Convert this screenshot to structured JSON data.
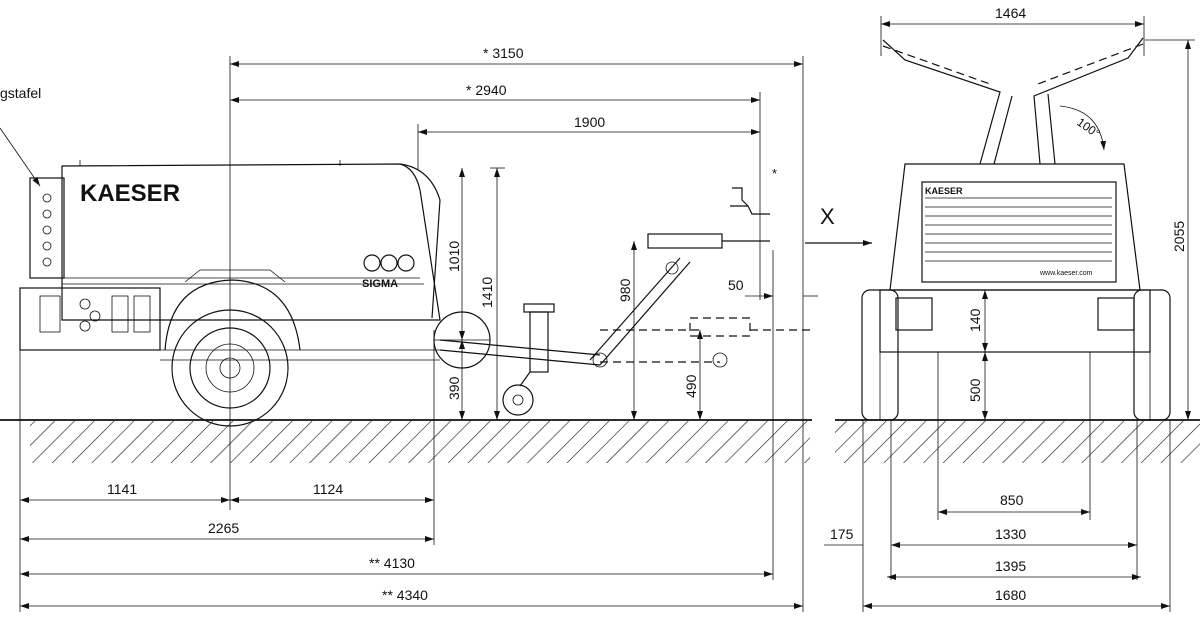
{
  "brand": "KAESER",
  "model": "SIGMA",
  "website": "www.kaeser.com",
  "plate_label": "gstafel",
  "view_marker": "X",
  "tow_note_mark": "*",
  "side_view_dims": {
    "total_length_3150": "* 3150",
    "length_2940": "* 2940",
    "drawbar_1900": "1900",
    "hitch_offset_50": "50",
    "height_1010": "1010",
    "height_1410": "1410",
    "height_980": "980",
    "height_390": "390",
    "height_490": "490",
    "rear_1141": "1141",
    "axle_1124": "1124",
    "total_2265": "2265",
    "length_4130": "** 4130",
    "length_4340": "** 4340"
  },
  "front_view_dims": {
    "width_1464": "1464",
    "angle_100": "100°",
    "height_2055": "2055",
    "height_140": "140",
    "height_500": "500",
    "track_850": "850",
    "overhang_175": "175",
    "width_1330": "1330",
    "width_1395": "1395",
    "width_1680": "1680"
  }
}
